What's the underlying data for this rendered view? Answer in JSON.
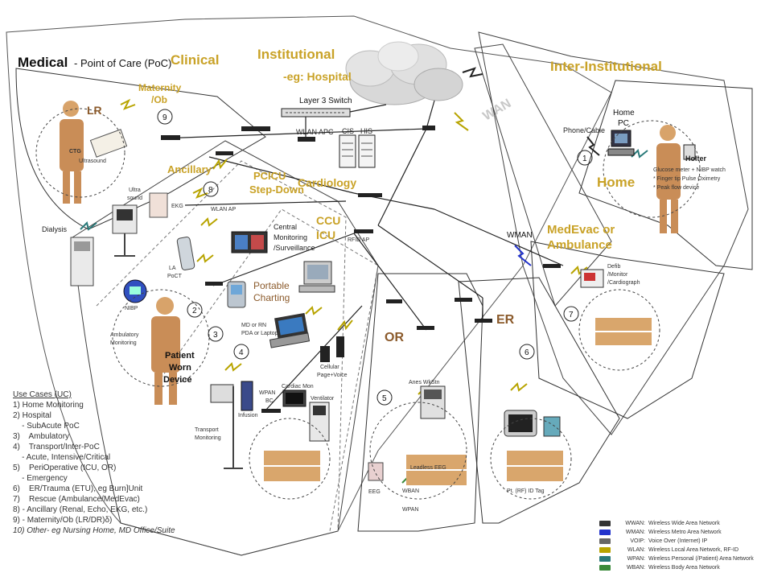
{
  "regions": {
    "medical_label": "Medical",
    "poc_label": "- Point of Care (PoC)",
    "clinical": "Clinical",
    "institutional": "Institutional",
    "hospital": "-eg: Hospital",
    "inter_institutional": "Inter-Institutional",
    "wan": "WAN",
    "home": "Home",
    "medevac": "MedEvac or",
    "ambulance": "Ambulance",
    "maternity": "Maternity",
    "ob": "/Ob",
    "lr": "LR",
    "ancillary": "Ancillary",
    "pcicu": "PCICU",
    "step_down": "Step-Down",
    "cardiology": "Cardiology",
    "ccu": "CCU",
    "icu": "ICU",
    "or": "OR",
    "er": "ER",
    "patient": "Patient",
    "worn": "Worn",
    "device": "Device"
  },
  "numbers": [
    "1",
    "2",
    "3",
    "4",
    "5",
    "6",
    "7",
    "8",
    "9"
  ],
  "labels": {
    "layer3_switch": "Layer 3 Switch",
    "wlan_apc": "WLAN APC",
    "cis": "CIS",
    "his": "HIS",
    "home_pc_1": "Home",
    "home_pc_2": "PC",
    "phone_cable": "Phone/Cable",
    "holter": "Holter",
    "home_list_1": "Glucose meter + NIBP watch",
    "home_list_2": "* Finger tip Pulse Oximetry",
    "home_list_3": "* Peak flow device",
    "wman": "WMAN",
    "defib_1": "Defib",
    "defib_2": "/Monitor",
    "defib_3": "/Cardiograph",
    "ctg": "CTG",
    "ultrasound": "Ultrasound",
    "ultra_1": "Ultra",
    "ultra_2": "sound",
    "ekg": "EKG",
    "dialysis": "Dialysis",
    "wlan_ap": "WLAN AP",
    "central_1": "Central",
    "central_2": "Monitoring",
    "central_3": "/Surveillance",
    "rfid_ap": "RFID AP",
    "la_1": "LA",
    "la_2": "PoCT",
    "nibp": "NIBP",
    "amb_mon_1": "Ambulatory",
    "amb_mon_2": "Monitoring",
    "portable_1": "Portable",
    "portable_2": "Charting",
    "md_rn_1": "MD or RN",
    "md_rn_2": "PDA or Laptop",
    "cellular_1": "Cellular",
    "cellular_2": "Page+Voice",
    "wpan_bc_1": "WPAN",
    "wpan_bc_2": "BC",
    "cardiac_mon": "Cardiac Mon",
    "ventilator": "Ventilator",
    "infusion": "Infusion",
    "transport_1": "Transport",
    "transport_2": "Monitoring",
    "anes": "Anes WkStn",
    "leadless": "Leadless EEG",
    "eeg": "EEG",
    "wban": "WBAN",
    "wpan": "WPAN",
    "rf_tag": "Pt. (RF) ID Tag"
  },
  "use_cases": {
    "title": "Use Cases (UC)",
    "items": [
      "1) Home Monitoring",
      "2) Hospital",
      "    - SubAcute PoC",
      "3)    Ambulatory",
      "4)    Transport/Inter-PoC",
      "    - Acute, Intensive/Critical",
      "5)    PeriOperative (ICU, OR)",
      "    - Emergency",
      "6)    ER/Trauma (ETU), eg Burn]Unit",
      "7)    Rescue (Ambulance/MedEvac)",
      "8) - Ancillary (Renal, Echo, EKG, etc.)",
      "9) - Maternity/Ob (LR/DR)δ)"
    ],
    "last": "10) Other- eg Nursing Home, MD Office/Suite"
  },
  "legend": [
    {
      "abbr": "WWAN:",
      "desc": "Wireless Wide Area Network",
      "color": "#333333"
    },
    {
      "abbr": "WMAN:",
      "desc": "Wireless Metro Area Network",
      "color": "#2233cc"
    },
    {
      "abbr": "VOIP:",
      "desc": "Voice Over (Internet) IP",
      "color": "#666666"
    },
    {
      "abbr": "WLAN:",
      "desc": "Wireless Local Area Network, RF-ID",
      "color": "#b8a400"
    },
    {
      "abbr": "WPAN:",
      "desc": "Wireless Personal (/Patient) Area Network",
      "color": "#2a7a7a"
    },
    {
      "abbr": "WBAN:",
      "desc": "Wireless Body Area Network",
      "color": "#3a8a3a"
    }
  ],
  "colors": {
    "gold": "#c9a227",
    "brown": "#8b5a2b",
    "wlan": "#b8a400",
    "wman": "#2233cc"
  }
}
